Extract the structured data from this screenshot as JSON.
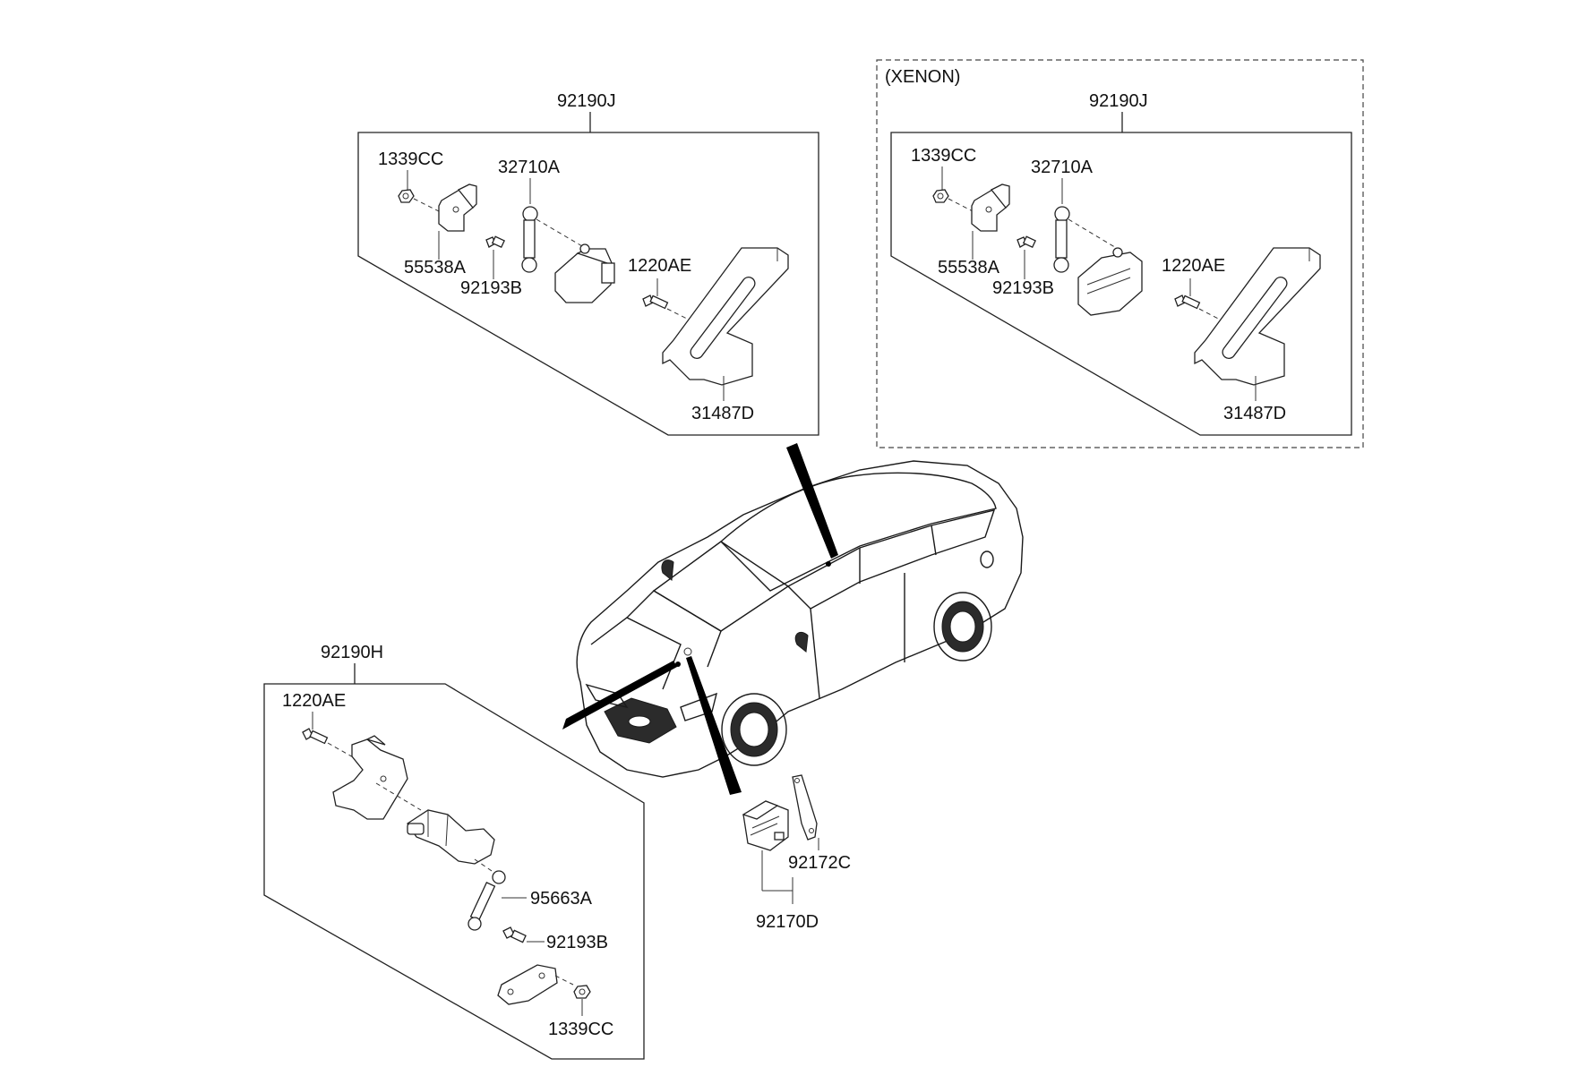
{
  "groups": {
    "top_left": {
      "assembly": "92190J",
      "parts": [
        "1339CC",
        "32710A",
        "55538A",
        "92193B",
        "1220AE",
        "31487D"
      ]
    },
    "top_right": {
      "variant": "(XENON)",
      "assembly": "92190J",
      "parts": [
        "1339CC",
        "32710A",
        "55538A",
        "92193B",
        "1220AE",
        "31487D"
      ]
    },
    "bottom_left": {
      "assembly": "92190H",
      "parts": [
        "1220AE",
        "95663A",
        "92193B",
        "1339CC"
      ]
    },
    "bottom_center": {
      "assembly": "92170D",
      "parts": [
        "92172C"
      ]
    }
  }
}
